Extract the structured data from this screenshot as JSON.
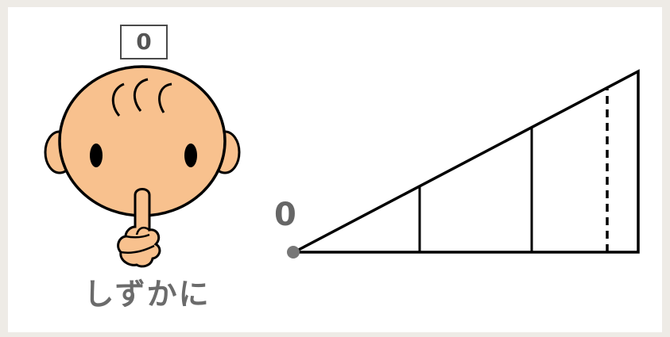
{
  "indicator": {
    "level_value": "0"
  },
  "character": {
    "caption": "しずかに"
  },
  "diagram": {
    "origin_label": "0",
    "line_color": "#000000",
    "origin_dot_color": "#777777"
  },
  "colors": {
    "skin": "#f8c18e",
    "outline": "#000000",
    "caption_text": "#6b6b6b",
    "background": "#eeebe6"
  }
}
